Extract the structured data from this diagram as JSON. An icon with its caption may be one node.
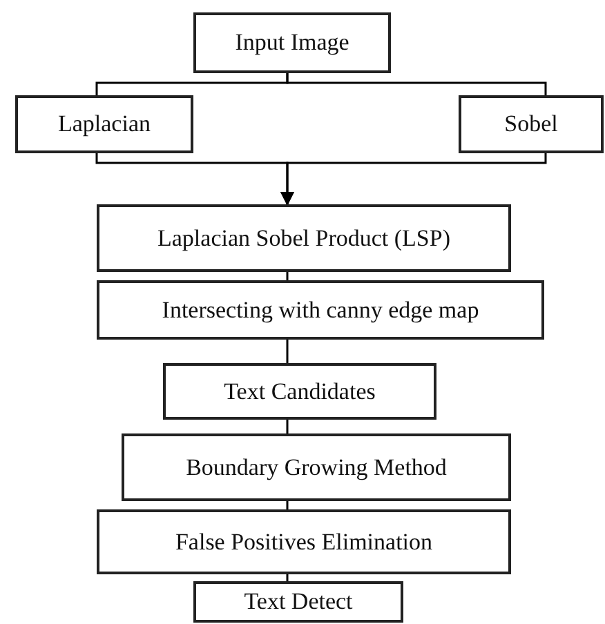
{
  "diagram": {
    "nodes": [
      {
        "text": [
          "Input Image"
        ]
      },
      {
        "text": [
          "Laplacian"
        ]
      },
      {
        "text": [
          "Sobel"
        ]
      },
      {
        "text": [
          "Laplacian Sobel Product (LSP)"
        ]
      },
      {
        "text": [
          "Intersecting with canny edge map"
        ]
      },
      {
        "text": [
          "Text Candidates"
        ]
      },
      {
        "text": [
          "Boundary Growing Method"
        ]
      },
      {
        "text": [
          "False Positives Elimination"
        ]
      },
      {
        "text": [
          "Text Detect"
        ]
      }
    ],
    "edges": [
      {
        "from": 0,
        "to": 1,
        "arrow": "none"
      },
      {
        "from": 0,
        "to": 2,
        "arrow": "none"
      },
      {
        "from": 1,
        "to": 3,
        "arrow": "to"
      },
      {
        "from": 2,
        "to": 3,
        "arrow": "to"
      },
      {
        "from": 3,
        "to": 4,
        "arrow": "none"
      },
      {
        "from": 4,
        "to": 5,
        "arrow": "none"
      },
      {
        "from": 5,
        "to": 6,
        "arrow": "none"
      },
      {
        "from": 6,
        "to": 7,
        "arrow": "none"
      },
      {
        "from": 7,
        "to": 8,
        "arrow": "none"
      }
    ]
  }
}
